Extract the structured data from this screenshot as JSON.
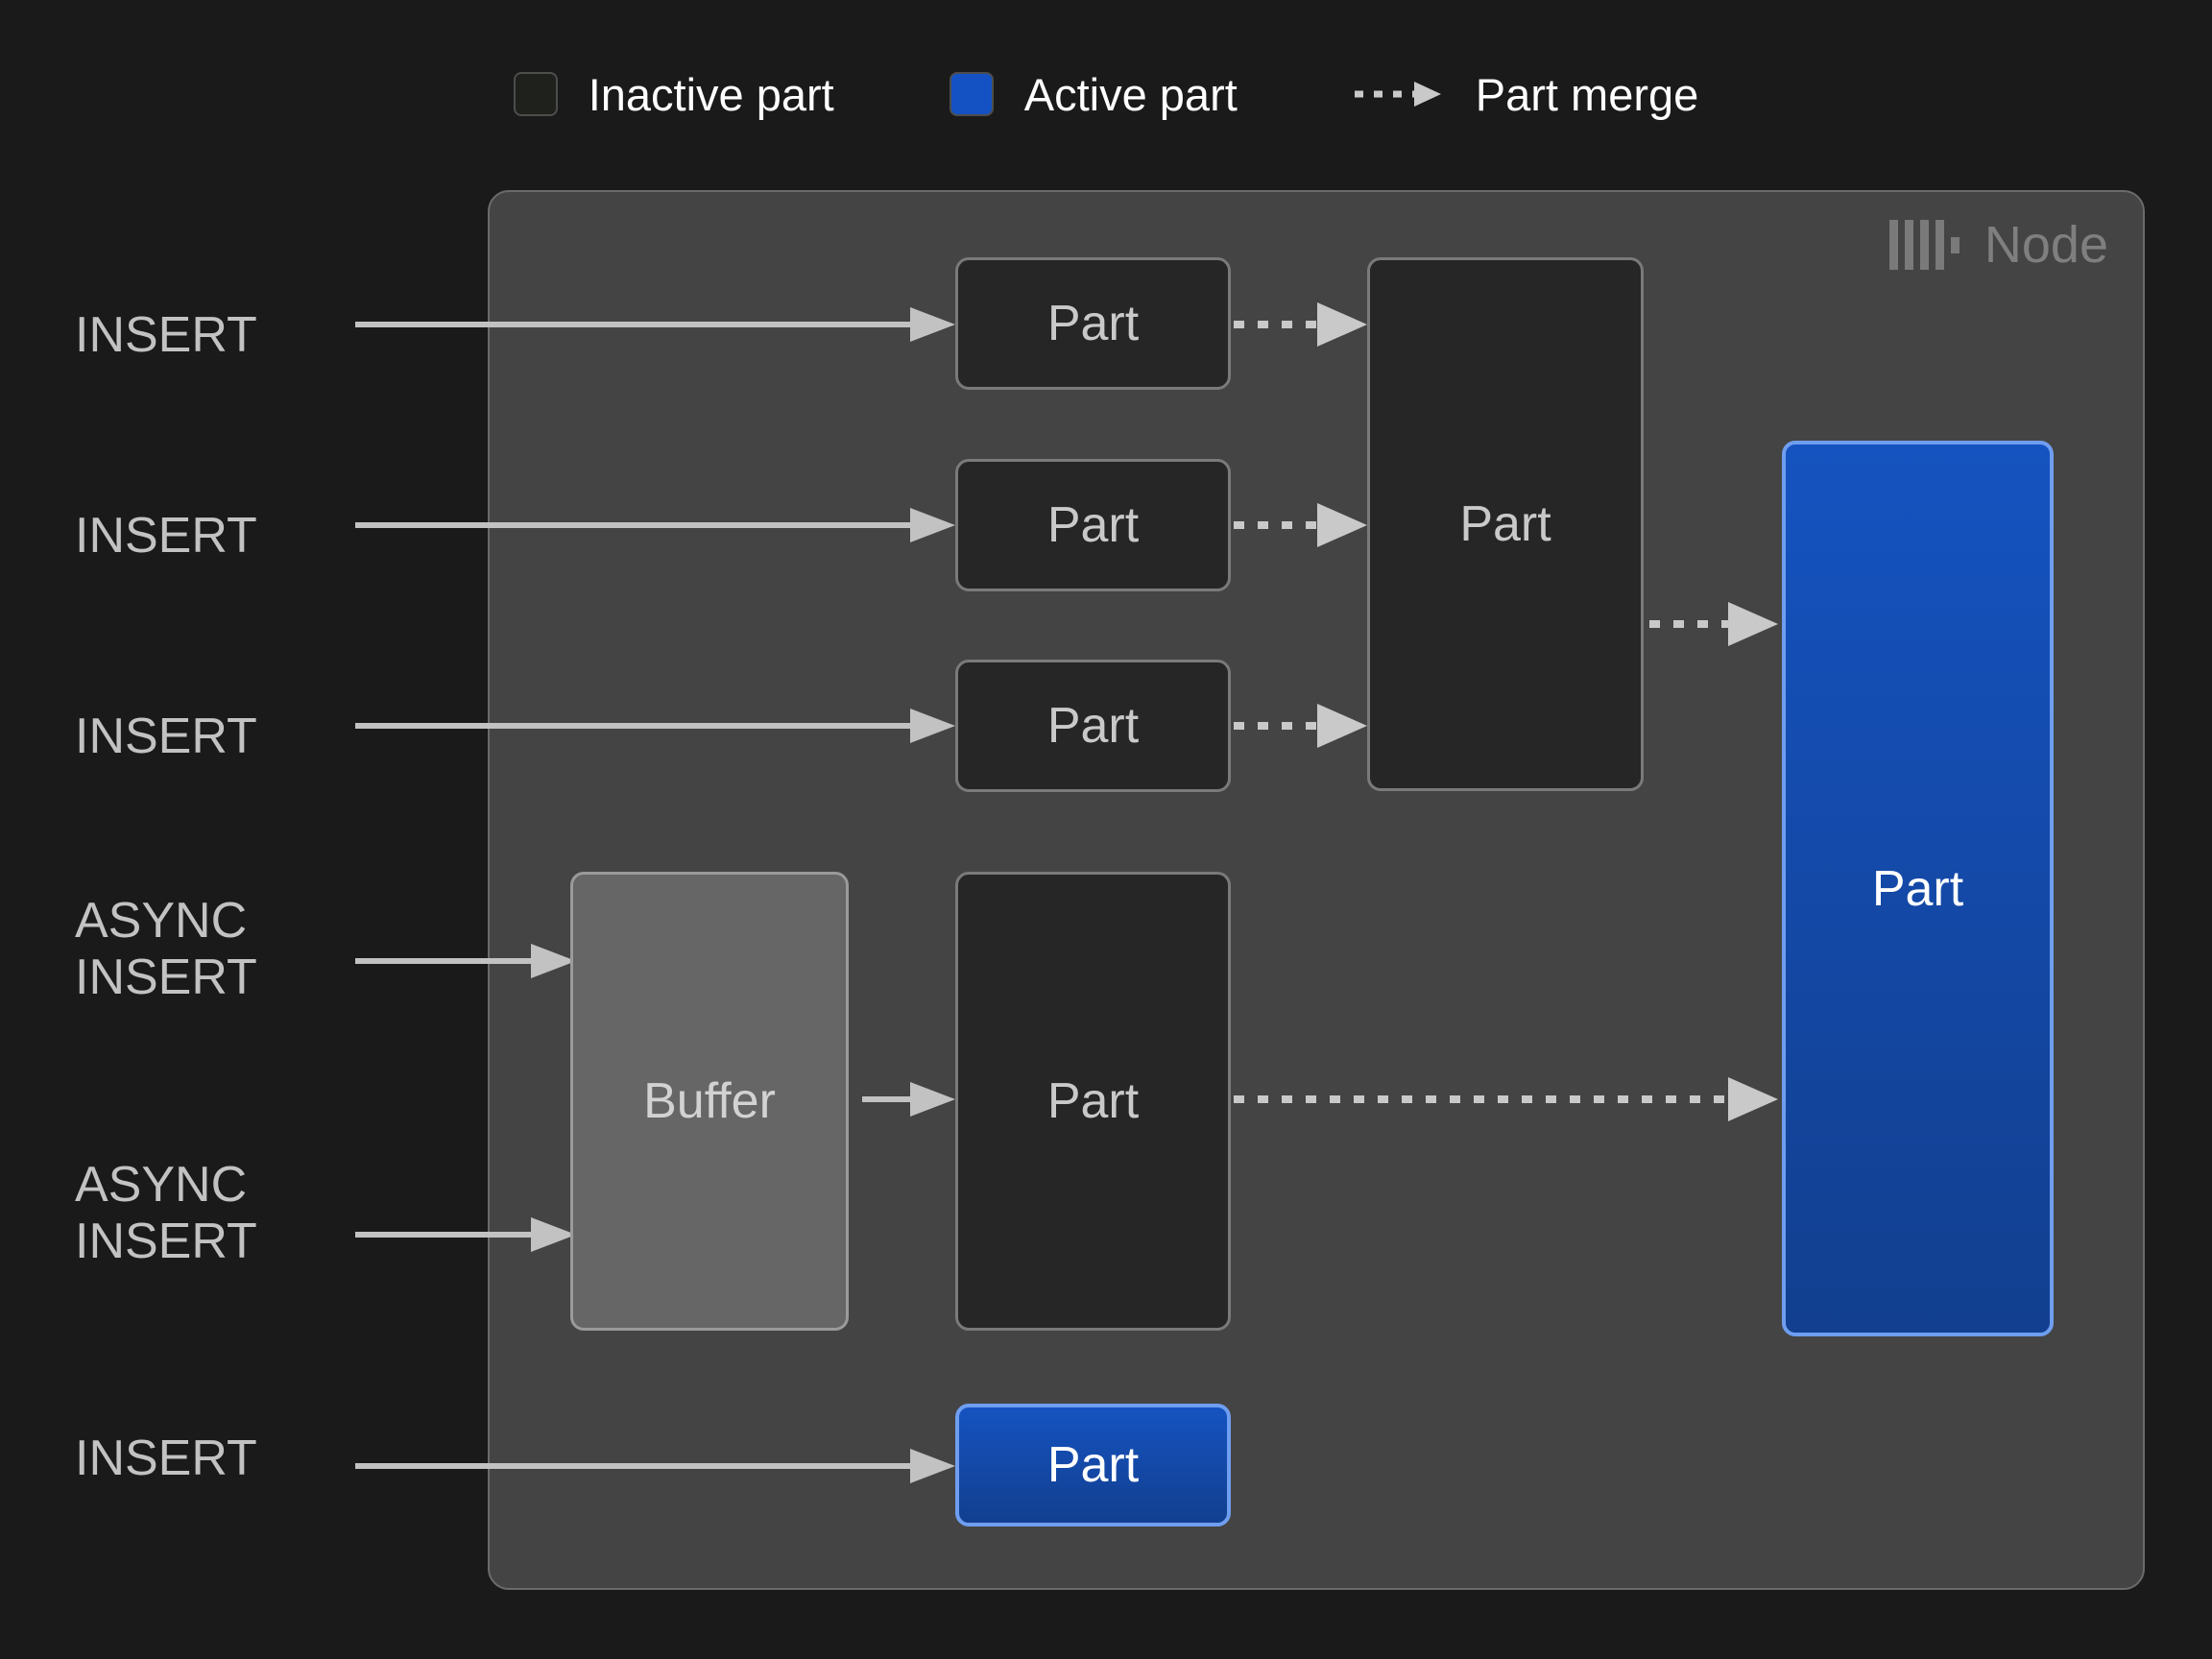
{
  "legend": {
    "items": [
      {
        "icon": "inactive-part-swatch",
        "label": "Inactive part",
        "color": "#1f211d"
      },
      {
        "icon": "active-part-swatch",
        "label": "Active part",
        "color": "#1452c4"
      },
      {
        "icon": "dashed-arrow-icon",
        "label": "Part merge",
        "color": "#c9c9c9"
      }
    ]
  },
  "node": {
    "label": "Node",
    "logo": "clickhouse-logo",
    "background": "#444444",
    "border": "#6b6b6b"
  },
  "inputs": [
    {
      "label": "INSERT"
    },
    {
      "label": "INSERT"
    },
    {
      "label": "INSERT"
    },
    {
      "label": "ASYNC\nINSERT"
    },
    {
      "label": "ASYNC\nINSERT"
    },
    {
      "label": "INSERT"
    }
  ],
  "boxes": {
    "part_row1": "Part",
    "part_row2": "Part",
    "part_row3": "Part",
    "part_merged_mid": "Part",
    "buffer": "Buffer",
    "part_from_buffer": "Part",
    "part_final_active": "Part",
    "part_bottom_active": "Part"
  },
  "colors": {
    "canvas": "#1a1a1a",
    "node_panel": "#444444",
    "inactive_fill": "#262626",
    "inactive_border": "#7a7a7a",
    "active_fill": "#1552b8",
    "active_border": "#6f9ef0",
    "buffer_fill": "#666666",
    "buffer_border": "#9a9a9a",
    "arrow": "#c2c2c2",
    "text_primary": "#ffffff",
    "text_muted": "#c2c2c2",
    "node_label": "#7f7f7f"
  }
}
